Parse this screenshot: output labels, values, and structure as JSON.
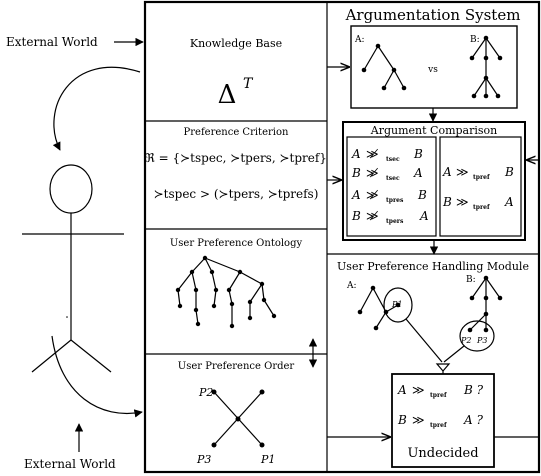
{
  "external_world_top": "External World",
  "external_world_bottom": "External World",
  "knowledge_base": {
    "title": "Knowledge Base",
    "symbol": "Δ",
    "superscript": "T"
  },
  "preference_criterion": {
    "title": "Preference Criterion",
    "formula_1": "ℜ = {≻tspec, ≻tpers, ≻tpref}",
    "formula_2": "≻tspec > (≻tpers, ≻tprefs)"
  },
  "user_preference_ontology": {
    "title": "User Preference Ontology"
  },
  "user_preference_order": {
    "title": "User Preference Order",
    "labels": [
      "P2",
      "P3",
      "P1"
    ]
  },
  "argumentation_system": {
    "title": "Argumentation System",
    "arg_a": "A:",
    "arg_b": "B:",
    "vs": "vs"
  },
  "argument_comparison": {
    "title": "Argument Comparison",
    "left_rows": [
      {
        "lhs": "A",
        "rel": "≫̸",
        "sub": "tsec",
        "rhs": "B"
      },
      {
        "lhs": "B",
        "rel": "≫̸",
        "sub": "tsec",
        "rhs": "A"
      },
      {
        "lhs": "A",
        "rel": "≫̸",
        "sub": "tpres",
        "rhs": "B"
      },
      {
        "lhs": "B",
        "rel": "≫̸",
        "sub": "tpers",
        "rhs": "A"
      }
    ],
    "right_rows": [
      {
        "lhs": "A",
        "rel": "≫",
        "sub": "tpref",
        "rhs": "B"
      },
      {
        "lhs": "B",
        "rel": "≫",
        "sub": "tpref",
        "rhs": "A"
      }
    ]
  },
  "handling_module": {
    "title": "User Preference Handling Module",
    "arg_a": "A:",
    "arg_b": "B:",
    "p1": "P1",
    "p2": "P2",
    "p3": "P3"
  },
  "undecided_box": {
    "row_1": {
      "lhs": "A",
      "rel": "≫",
      "sub": "tpref",
      "rhs": "B ?"
    },
    "row_2": {
      "lhs": "B",
      "rel": "≫",
      "sub": "tpref",
      "rhs": "A ?"
    },
    "verdict": "Undecided"
  }
}
